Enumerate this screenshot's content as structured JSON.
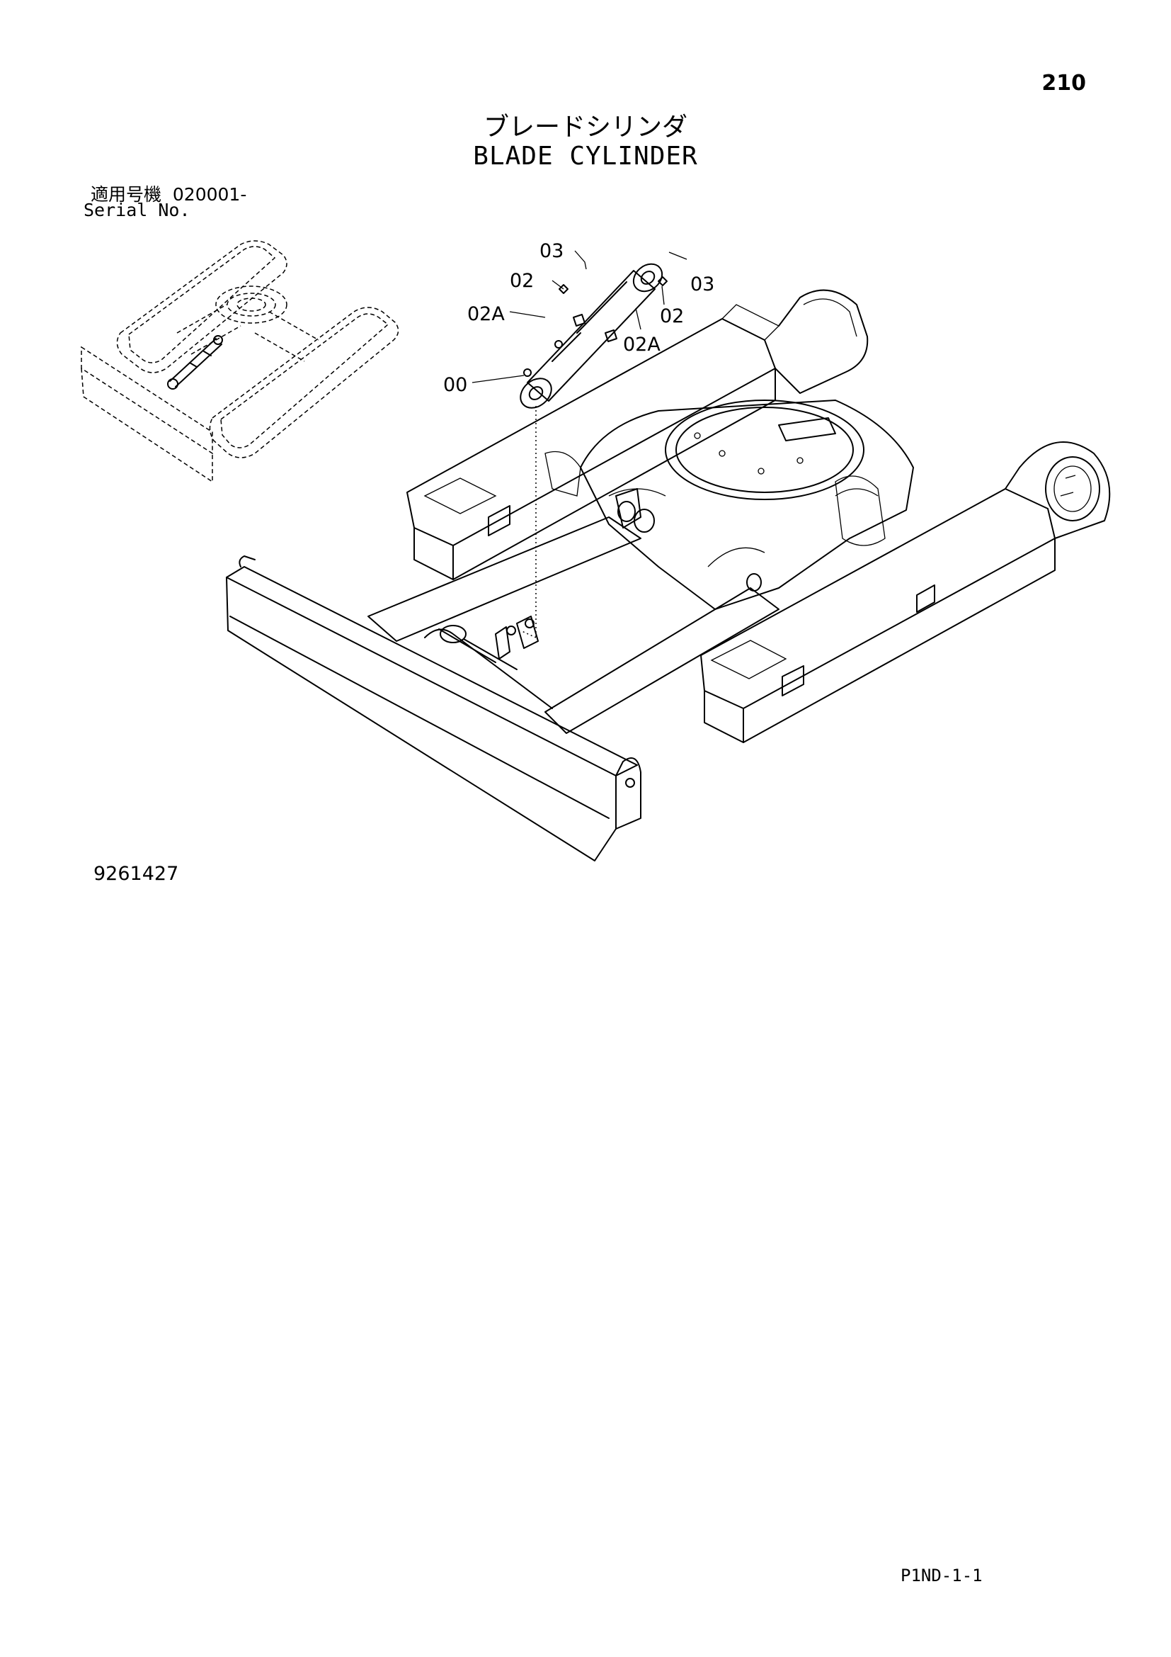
{
  "page": {
    "number": "210",
    "title_jp": "ブレードシリンダ",
    "title_en": "BLADE CYLINDER",
    "serial_label_jp": "適用号機  020001-",
    "serial_label_en": "Serial No.",
    "drawing_number": "9261427",
    "footer_code": "P1ND-1-1"
  },
  "callouts": [
    {
      "id": "03a",
      "label": "03"
    },
    {
      "id": "02a",
      "label": "02"
    },
    {
      "id": "02Aa",
      "label": "02A"
    },
    {
      "id": "00",
      "label": "00"
    },
    {
      "id": "03b",
      "label": "03"
    },
    {
      "id": "02b",
      "label": "02"
    },
    {
      "id": "02Ab",
      "label": "02A"
    }
  ]
}
